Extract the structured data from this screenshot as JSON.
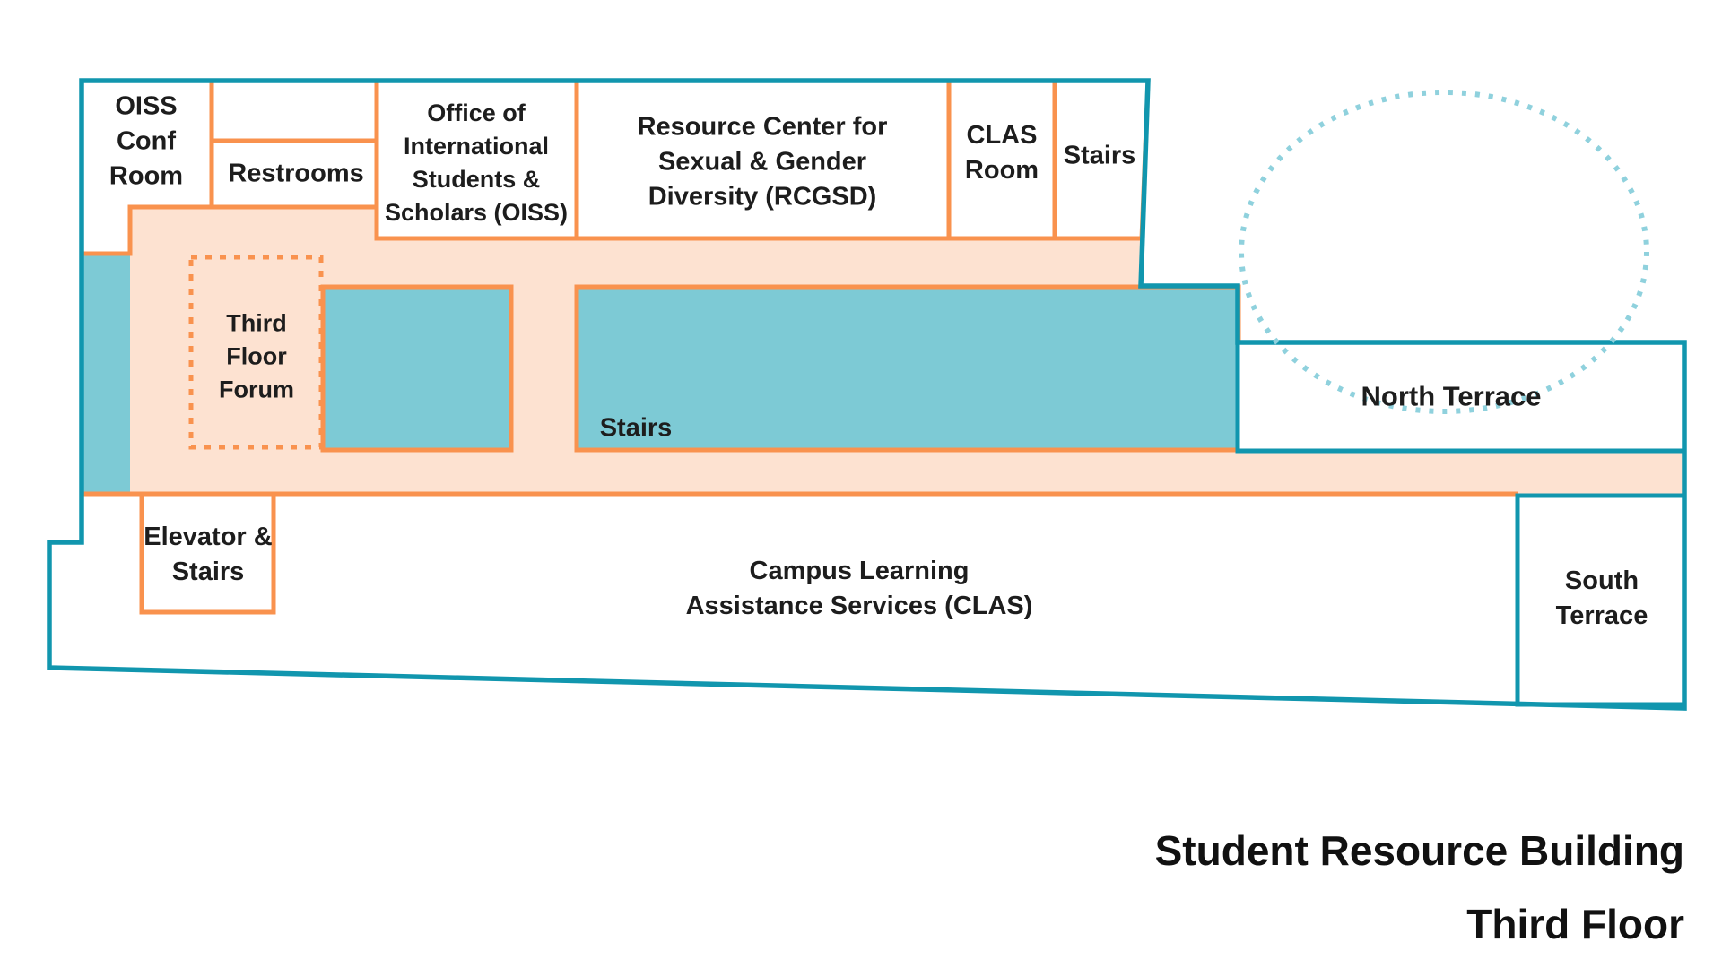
{
  "title": {
    "line1": "Student Resource Building",
    "line2": "Third Floor"
  },
  "rooms": {
    "oiss_conf": {
      "name": "OISS Conf Room",
      "lines": [
        "OISS",
        "Conf",
        "Room"
      ]
    },
    "restrooms": {
      "label": "Restrooms"
    },
    "oiss_office": {
      "name": "Office of International Students & Scholars (OISS)",
      "lines": [
        "Office of",
        "International",
        "Students &",
        "Scholars (OISS)"
      ]
    },
    "rcgsd": {
      "name": "Resource Center for Sexual & Gender Diversity (RCGSD)",
      "lines": [
        "Resource Center for",
        "Sexual & Gender",
        "Diversity (RCGSD)"
      ]
    },
    "clas_room": {
      "name": "CLAS Room",
      "lines": [
        "CLAS",
        "Room"
      ]
    },
    "stairs_top": {
      "label": "Stairs"
    },
    "third_floor_forum": {
      "name": "Third Floor Forum",
      "lines": [
        "Third",
        "Floor",
        "Forum"
      ]
    },
    "stairs_main": {
      "label": "Stairs"
    },
    "north_terrace": {
      "label": "North Terrace"
    },
    "elevator_stairs": {
      "name": "Elevator & Stairs",
      "lines": [
        "Elevator &",
        "Stairs"
      ]
    },
    "clas_area": {
      "name": "Campus Learning Assistance Services (CLAS)",
      "lines": [
        "Campus Learning",
        "Assistance Services (CLAS)"
      ]
    },
    "south_terrace": {
      "name": "South Terrace",
      "lines": [
        "South",
        "Terrace"
      ]
    }
  },
  "colors": {
    "outline_teal": "#1196ae",
    "fill_teal": "#7dcad5",
    "border_orange": "#f9924e",
    "fill_peach": "#fde2d1",
    "ellipse_dots": "#8fd1dd",
    "text": "#1d1d1d",
    "background": "#ffffff"
  }
}
